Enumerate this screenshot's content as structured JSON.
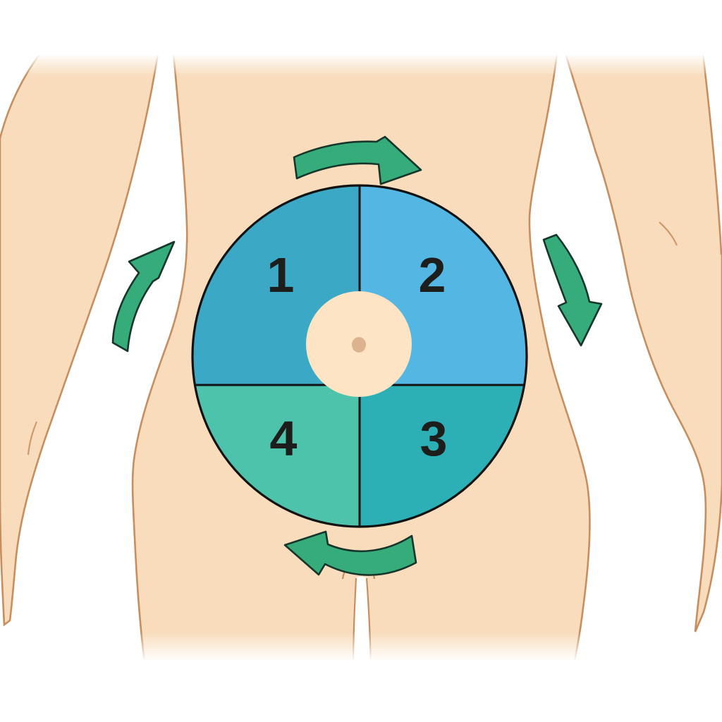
{
  "figure": {
    "title": "Abdominal massage clockwise quadrant diagram",
    "background_color": "#ffffff",
    "body": {
      "skin_color": "#f8dcbc",
      "outline_color": "#c78e5f",
      "navel_color": "#fce4c4",
      "navel_dot_color": "#dcb28f"
    },
    "circle": {
      "outline_color": "#121212",
      "label_color": "#1d1d1b",
      "quadrants": [
        {
          "label": "1",
          "position": "upper-left",
          "color": "#3ba8c5"
        },
        {
          "label": "2",
          "position": "upper-right",
          "color": "#54b7e3"
        },
        {
          "label": "3",
          "position": "lower-right",
          "color": "#2cb0b6"
        },
        {
          "label": "4",
          "position": "lower-left",
          "color": "#4ec3ab"
        }
      ]
    },
    "arrows": {
      "direction": "clockwise",
      "color": "#35ac79",
      "outline_color": "#16362b",
      "items": [
        {
          "name": "top",
          "points": "right"
        },
        {
          "name": "right",
          "points": "down"
        },
        {
          "name": "bottom",
          "points": "left"
        },
        {
          "name": "left",
          "points": "up"
        }
      ]
    }
  }
}
